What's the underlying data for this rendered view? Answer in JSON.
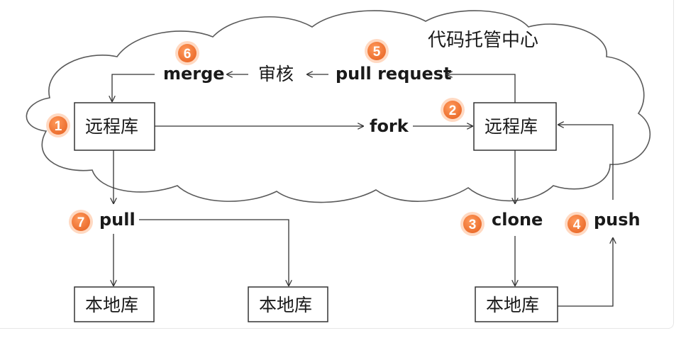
{
  "cloud_title": "代码托管中心",
  "repos": {
    "remote_left": "远程库",
    "remote_right": "远程库",
    "local_a": "本地库",
    "local_b": "本地库",
    "local_c": "本地库"
  },
  "actions": {
    "merge": "merge",
    "review": "审核",
    "pull_request": "pull request",
    "fork": "fork",
    "pull": "pull",
    "clone": "clone",
    "push": "push"
  },
  "badges": {
    "b1": "1",
    "b2": "2",
    "b3": "3",
    "b4": "4",
    "b5": "5",
    "b6": "6",
    "b7": "7"
  },
  "colors": {
    "badge": "#f07a3c",
    "badge_ring": "#ffd9c2",
    "line": "#333333",
    "cloud_outline": "#5a5a5a"
  }
}
